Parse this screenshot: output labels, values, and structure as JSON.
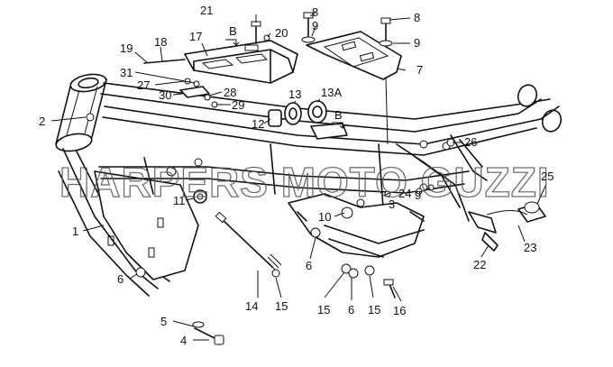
{
  "watermark": "HARPERS MOTO GUZZI",
  "callouts": [
    "1",
    "2",
    "3",
    "4",
    "5",
    "6",
    "6",
    "6",
    "7",
    "8",
    "8",
    "9",
    "9",
    "9",
    "10",
    "11",
    "12",
    "13",
    "13A",
    "14",
    "15",
    "15",
    "15",
    "16",
    "17",
    "18",
    "19",
    "20",
    "21",
    "22",
    "23",
    "24",
    "25",
    "26",
    "27",
    "28",
    "29",
    "30",
    "31"
  ],
  "section_marks": [
    "B",
    "B"
  ]
}
